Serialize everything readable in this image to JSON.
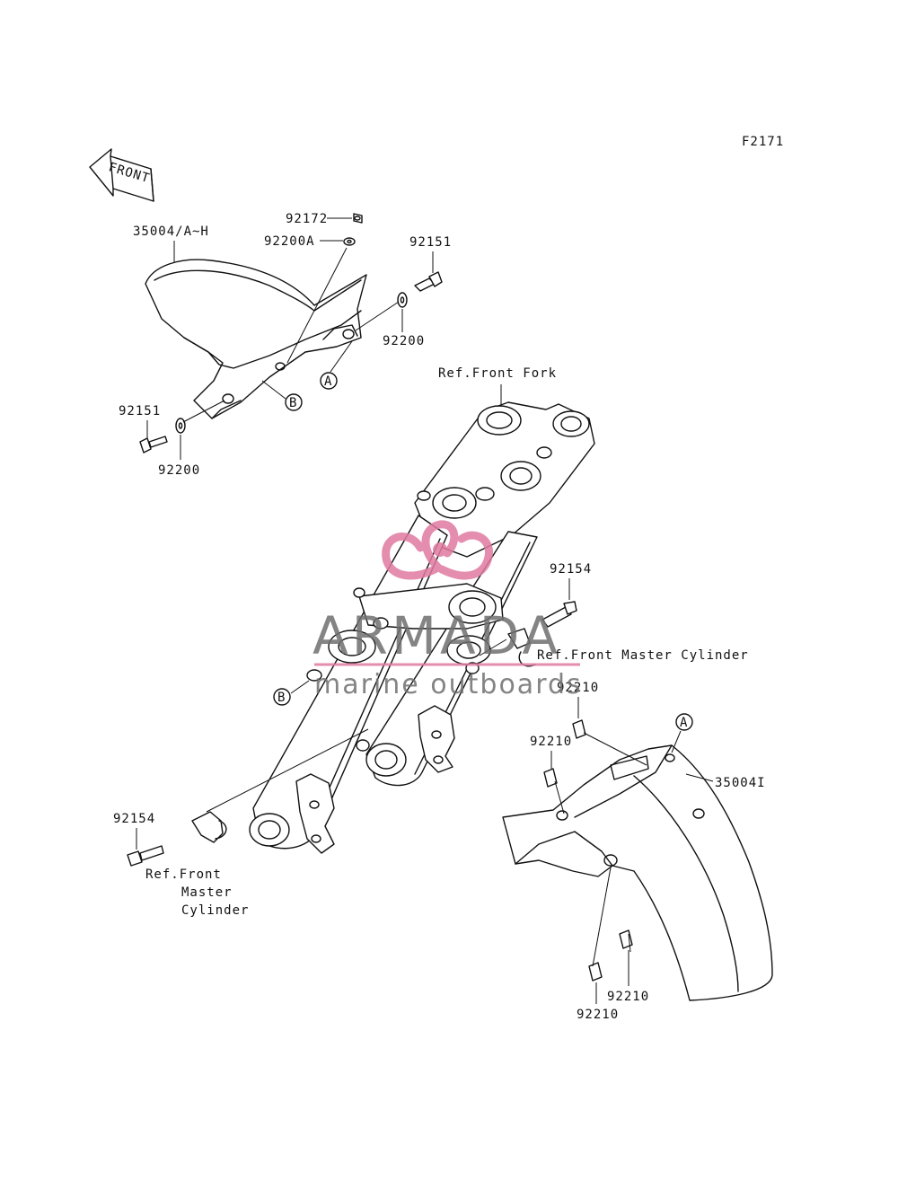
{
  "figure_code": "F2171",
  "direction_arrow": {
    "text": "FRONT",
    "icon": "front-arrow-icon"
  },
  "parts": {
    "front_fender_upper": "35004/A~H",
    "front_fender_lower": "35004I",
    "bolt_top": "92172",
    "washer_top": "92200A",
    "bolt_right": "92151",
    "washer_right": "92200",
    "bolt_left": "92151",
    "washer_left": "92200",
    "bolt_master_right": "92154",
    "bolt_master_left": "92154",
    "nut_1": "92210",
    "nut_2": "92210",
    "nut_3": "92210",
    "nut_4": "92210"
  },
  "references": {
    "front_fork": "Ref.Front Fork",
    "master_cylinder_right": "Ref.Front Master Cylinder",
    "master_cylinder_left": [
      "Ref.Front",
      "Master",
      "Cylinder"
    ]
  },
  "callouts": {
    "a_upper": "A",
    "a_lower": "A",
    "b_upper": "B",
    "b_lower": "B"
  },
  "watermark": {
    "brand": "ARMADA",
    "tagline": "marine outboards",
    "logo_color": "#e07aa0",
    "text_color": "#6f6f6f"
  }
}
